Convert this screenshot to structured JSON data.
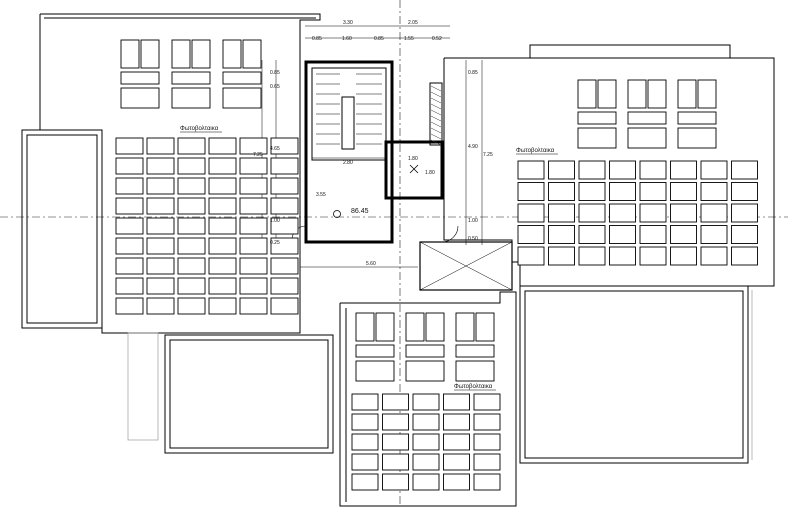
{
  "plan": {
    "panel_label": "Φωτοβολταικα",
    "level": "86.45",
    "top_dims": [
      "3.30",
      "2.05"
    ],
    "top_subdims": [
      "0.85",
      "1.60",
      "0.85",
      "1.55",
      "0.52"
    ],
    "left_dims": [
      "0.85",
      "0.65",
      "4.65",
      "7.25",
      "1.00",
      "0.25"
    ],
    "right_dims": [
      "0.85",
      "4.90",
      "7.25",
      "1.00",
      "0.50"
    ],
    "core_dims": [
      "2.80",
      "1.80",
      "1.80",
      "3.55",
      "5.60"
    ]
  },
  "colors": {
    "line": "#000000",
    "grey": "#9a9a9a",
    "hatch": "#333333"
  }
}
